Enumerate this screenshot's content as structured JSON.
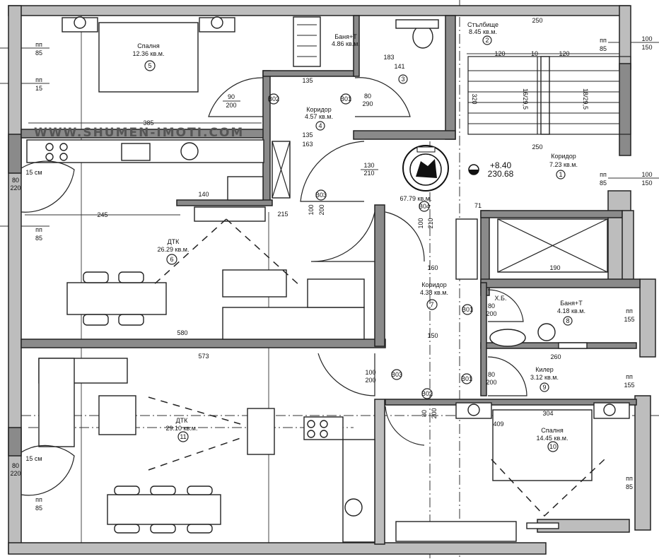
{
  "watermark": "WWW.SHUMEN-IMOTI.COM",
  "logo_text": "SHUMEN-IMOTI",
  "level": {
    "mark": "+8.40",
    "elevation": "230.68"
  },
  "total_area": "67.79 кв.м.",
  "rooms": [
    {
      "num": "1",
      "name": "Коридор",
      "area": "7.23 кв.м."
    },
    {
      "num": "2",
      "name": "Стълбище",
      "area": "8.45 кв.м."
    },
    {
      "num": "3",
      "name": "Баня+Т",
      "area": "4.86 кв.м."
    },
    {
      "num": "4",
      "name": "Коридор",
      "area": "4.57 кв.м."
    },
    {
      "num": "5",
      "name": "Спалня",
      "area": "12.36 кв.м."
    },
    {
      "num": "6",
      "name": "ДТК",
      "area": "26.29 кв.м."
    },
    {
      "num": "7",
      "name": "Коридор",
      "area": "4.38 кв.м."
    },
    {
      "num": "8",
      "name": "Баня+Т",
      "area": "4.18 кв.м."
    },
    {
      "num": "9",
      "name": "Килер",
      "area": "3.12 кв.м."
    },
    {
      "num": "10",
      "name": "Спалня",
      "area": "14.45 кв.м."
    },
    {
      "num": "11",
      "name": "ДТК",
      "area": "29.10 кв.м."
    }
  ],
  "doors": [
    {
      "code": "В02",
      "w": "90",
      "h": "200"
    },
    {
      "code": "В01",
      "w": "80",
      "h": "290"
    },
    {
      "code": "В03",
      "w": "130",
      "h": "210"
    },
    {
      "code": "В03",
      "w": "100",
      "h": "200"
    },
    {
      "code": "В04",
      "w": "100",
      "h": "210"
    },
    {
      "code": "В01",
      "w": "80",
      "h": "200"
    },
    {
      "code": "В03",
      "w": "100",
      "h": "200"
    },
    {
      "code": "В01",
      "w": "80",
      "h": "200"
    },
    {
      "code": "В02",
      "w": "80",
      "h": "200"
    },
    {
      "code": "",
      "w": "80",
      "h": "220"
    },
    {
      "code": "",
      "w": "80",
      "h": "220"
    }
  ],
  "windows": [
    {
      "label": "пп",
      "value": "85"
    },
    {
      "label": "пп",
      "value": "15"
    },
    {
      "label": "пп",
      "value": "85"
    },
    {
      "label": "пп",
      "value": "85"
    },
    {
      "label": "пп",
      "value": "85"
    },
    {
      "label": "пп",
      "value": "85"
    },
    {
      "label": "пп",
      "value": "155"
    },
    {
      "label": "пп",
      "value": "155"
    },
    {
      "label": "пп",
      "value": "85"
    }
  ],
  "window_sizes": [
    {
      "w": "100",
      "h": "150"
    },
    {
      "w": "100",
      "h": "150"
    }
  ],
  "dims": [
    "385",
    "245",
    "580",
    "573",
    "250",
    "120",
    "10",
    "120",
    "250",
    "183",
    "141",
    "135",
    "135",
    "163",
    "160",
    "150",
    "190",
    "260",
    "304",
    "409",
    "71",
    "140",
    "215",
    "320",
    "X.Б.",
    "15 см",
    "15 см"
  ],
  "stairs": [
    "16/29,5",
    "18/29,5"
  ]
}
